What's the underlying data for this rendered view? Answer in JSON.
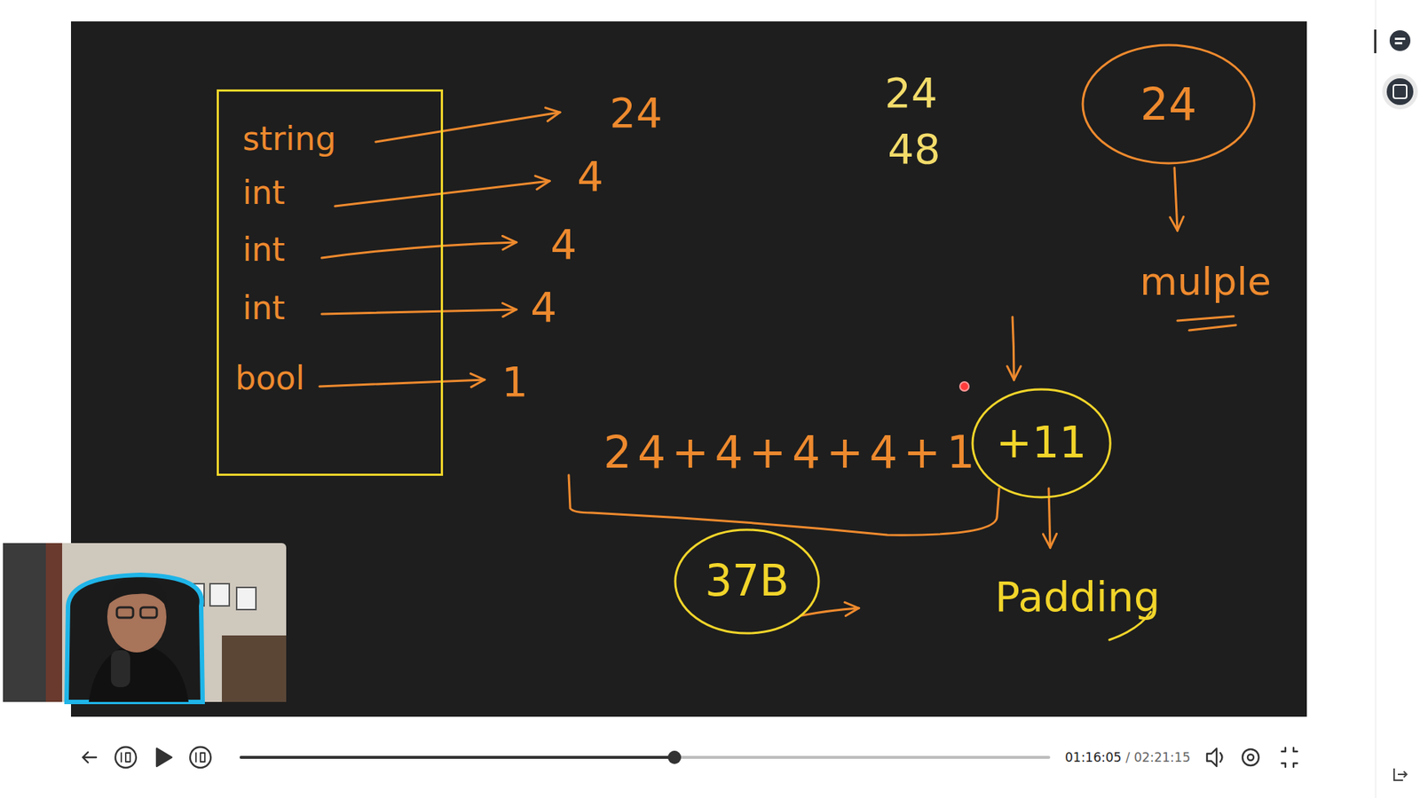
{
  "diagram": {
    "nodes": [
      {
        "text": [
          "string",
          "int",
          "int",
          "int",
          "bool"
        ]
      },
      {
        "text": [
          "24"
        ]
      },
      {
        "text": [
          "+11"
        ]
      },
      {
        "text": [
          "37B"
        ]
      }
    ],
    "labels": [
      "24",
      "4",
      "4",
      "4",
      "1",
      "24",
      "48",
      "mulple",
      "24+4+4+4+1",
      "Padding",
      "01:16:05",
      "/ 02:21:15"
    ]
  }
}
